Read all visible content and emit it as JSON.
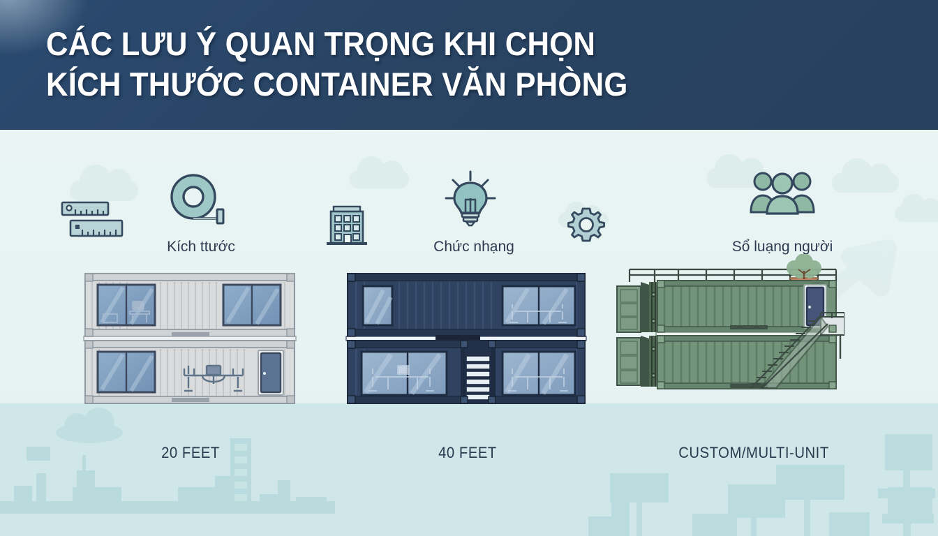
{
  "header": {
    "title_line1": "CÁC LƯU Ý QUAN TRỌNG KHI CHỌN",
    "title_line2": "KÍCH THƯỚC CONTAINER VĂN PHÒNG",
    "background_color": "#294463",
    "text_color": "#ffffff"
  },
  "scene": {
    "background_color": "#e7f3f2",
    "ground_color": "#cfe7e8",
    "label_color": "#2b3a4f"
  },
  "features": [
    {
      "icon": "ruler-icon",
      "label": ""
    },
    {
      "icon": "tape-measure-icon",
      "label": "Kích ttước"
    },
    {
      "icon": "building-icon",
      "label": ""
    },
    {
      "icon": "lightbulb-icon",
      "label": "Chức nhạng"
    },
    {
      "icon": "gear-icon",
      "label": ""
    },
    {
      "icon": "people-small-icon",
      "label": ""
    },
    {
      "icon": "people-group-icon",
      "label": "Sổ luạng người"
    }
  ],
  "containers": [
    {
      "caption": "20 FEET",
      "body_color": "#d9dbdd",
      "trim_color": "#9aa3ab",
      "glass_color": "#7c9cc0",
      "frame_color": "#3b4a5e",
      "levels": 2,
      "has_door": true,
      "has_desk": true,
      "has_stairs": false
    },
    {
      "caption": "40 FEET",
      "body_color": "#2f4260",
      "trim_color": "#24344d",
      "glass_color": "#8fa9c6",
      "frame_color": "#1e2c42",
      "levels": 2,
      "has_door": false,
      "has_desk": true,
      "has_stairs": true
    },
    {
      "caption": "CUSTOM/MULTI-UNIT",
      "body_color": "#73947b",
      "trim_color": "#5d7d67",
      "glass_color": "#46547a",
      "frame_color": "#3e5246",
      "levels": 2,
      "has_door": true,
      "has_desk": false,
      "has_stairs": true,
      "has_roof_railing": true,
      "has_rooftop_plants": true,
      "has_open_doors": true
    }
  ],
  "decor": {
    "clouds": 6,
    "skyline": true,
    "arrow": true,
    "signposts": true
  }
}
